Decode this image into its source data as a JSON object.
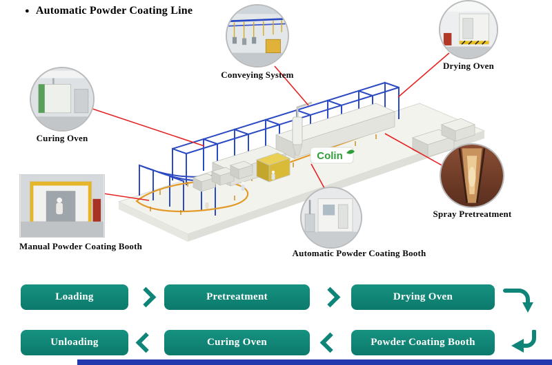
{
  "title": "Automatic Powder Coating Line",
  "brand": {
    "logo_text": "Colin",
    "logo_color": "#2f9e38"
  },
  "icons": {
    "bullet": "●",
    "chevron-right": "❯",
    "chevron-left": "❮",
    "curve-down-arrow": "⤵",
    "return-arrow": "↵"
  },
  "callouts": [
    {
      "id": "conveying-system",
      "label": "Conveying System"
    },
    {
      "id": "drying-oven",
      "label": "Drying Oven"
    },
    {
      "id": "curing-oven",
      "label": "Curing Oven"
    },
    {
      "id": "manual-powder-coating-booth",
      "label": "Manual Powder Coating Booth"
    },
    {
      "id": "automatic-powder-coating-booth",
      "label": "Automatic Powder Coating Booth"
    },
    {
      "id": "spray-pretreatment",
      "label": "Spray Pretreatment"
    }
  ],
  "flow": {
    "row1": [
      {
        "label": "Loading"
      },
      {
        "label": "Pretreatment"
      },
      {
        "label": "Drying Oven"
      }
    ],
    "row2": [
      {
        "label": "Unloading"
      },
      {
        "label": "Curing Oven"
      },
      {
        "label": "Powder Coating Booth"
      }
    ]
  },
  "colors": {
    "flow_box": "#0f8478",
    "connector_line": "#e62222",
    "frame_blue": "#2a49c2",
    "conveyor_orange": "#e29a28",
    "bottom_bar": "#2238ac"
  }
}
